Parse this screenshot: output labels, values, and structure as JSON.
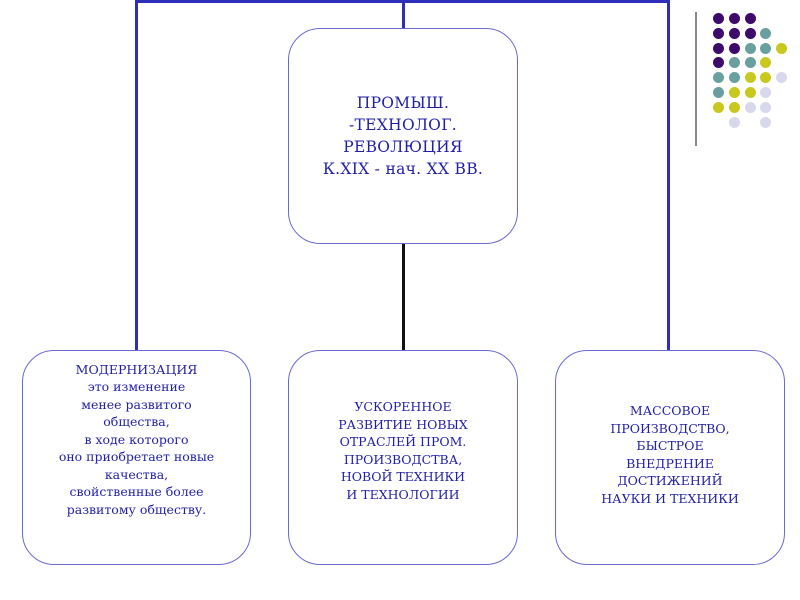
{
  "diagram": {
    "root": {
      "lines": [
        "ПРОМЫШ.",
        "-ТЕХНОЛОГ.",
        "РЕВОЛЮЦИЯ",
        "К.XIX - нач. XX ВВ."
      ]
    },
    "children": [
      {
        "lines": [
          "МОДЕРНИЗАЦИЯ",
          "это изменение",
          "менее развитого",
          "общества,",
          "в ходе которого",
          "оно приобретает новые",
          "качества,",
          "свойственные более",
          "развитому обществу."
        ]
      },
      {
        "lines": [
          "УСКОРЕННОЕ",
          "РАЗВИТИЕ НОВЫХ",
          "ОТРАСЛЕЙ ПРОМ.",
          "ПРОИЗВОДСТВА,",
          "НОВОЙ ТЕХНИКИ",
          "И ТЕХНОЛОГИИ"
        ]
      },
      {
        "lines": [
          "МАССОВОЕ",
          "ПРОИЗВОДСТВО,",
          "БЫСТРОЕ",
          "ВНЕДРЕНИЕ",
          "ДОСТИЖЕНИЙ",
          "НАУКИ И ТЕХНИКИ"
        ]
      }
    ]
  },
  "colors": {
    "connector": "#2e2eb8",
    "connector_center": "#111111",
    "box_border": "#6a6ad0",
    "text": "#1f1fa8",
    "dot_purple": "#3d0a6b",
    "dot_teal": "#6a9fa0",
    "dot_yellow": "#c8c81e",
    "dot_lavender": "#d8d8ec"
  },
  "decoration": {
    "dot_grid": [
      [
        "purple",
        "purple",
        "purple",
        null,
        null
      ],
      [
        "purple",
        "purple",
        "purple",
        "teal",
        null
      ],
      [
        "purple",
        "purple",
        "teal",
        "teal",
        "yellow"
      ],
      [
        "purple",
        "teal",
        "teal",
        "yellow",
        null
      ],
      [
        "teal",
        "teal",
        "yellow",
        "yellow",
        "lavender"
      ],
      [
        "teal",
        "yellow",
        "yellow",
        "lavender",
        null
      ],
      [
        "yellow",
        "yellow",
        "lavender",
        "lavender",
        null
      ],
      [
        null,
        "lavender",
        null,
        "lavender",
        null
      ]
    ]
  }
}
